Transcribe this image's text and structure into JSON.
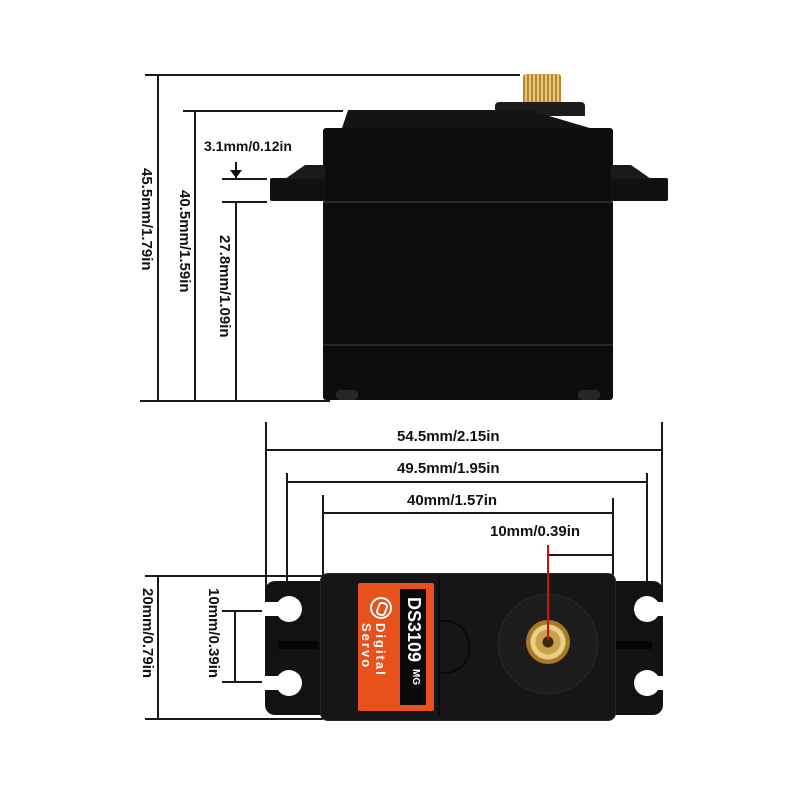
{
  "side_view": {
    "dims": {
      "total_height": "45.5mm/1.79in",
      "body_height": "40.5mm/1.59in",
      "lower_height": "27.8mm/1.09in",
      "tab_thickness": "3.1mm/0.12in"
    }
  },
  "top_view": {
    "dims": {
      "overall_width": "54.5mm/2.15in",
      "hole_spacing": "49.5mm/1.95in",
      "body_width": "40mm/1.57in",
      "shaft_offset": "10mm/0.39in",
      "body_depth": "20mm/0.79in",
      "hole_pitch": "10mm/0.39in"
    },
    "label": {
      "model": "DS3109",
      "suffix": "MG",
      "line1": "Digital",
      "line2": "Servo",
      "color": "#e8501c"
    }
  }
}
